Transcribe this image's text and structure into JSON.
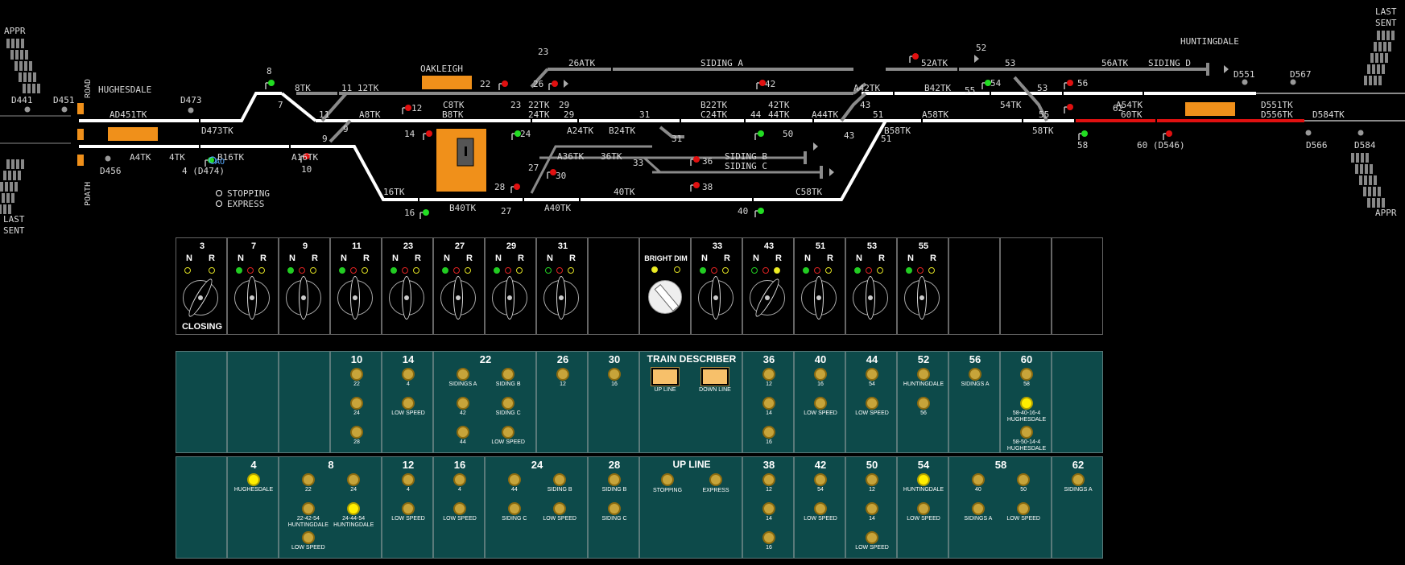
{
  "colors": {
    "track": "#ffffff",
    "inactive": "#8a8a8a",
    "occupied": "#e01010",
    "orange": "#f0901a",
    "sig_green": "#22dd22",
    "sig_red": "#e01010",
    "label": "#d8d8d8",
    "panel_bg": "#0d4a4a"
  },
  "edge_labels": {
    "appr_tl": "APPR",
    "last_sent_tr1": "LAST",
    "last_sent_tr2": "SENT",
    "last_sent_bl1": "LAST",
    "last_sent_bl2": "SENT",
    "appr_br": "APPR",
    "road": "ROAD",
    "poath": "POATH"
  },
  "places": {
    "hughesdale": "HUGHESDALE",
    "oakleigh": "OAKLEIGH",
    "huntingdale": "HUNTINGDALE"
  },
  "track_labels": [
    {
      "id": "AD451TK",
      "t": "AD451TK"
    },
    {
      "id": "D473TK",
      "t": "D473TK"
    },
    {
      "id": "A4TK",
      "t": "A4TK"
    },
    {
      "id": "4TK",
      "t": "4TK"
    },
    {
      "id": "B16TK",
      "t": "B16TK"
    },
    {
      "id": "A16TK",
      "t": "A16TK"
    },
    {
      "id": "8TK",
      "t": "8TK"
    },
    {
      "id": "11_12TK",
      "t": "11 12TK"
    },
    {
      "id": "A8TK",
      "t": "A8TK"
    },
    {
      "id": "C8TK",
      "t": "C8TK"
    },
    {
      "id": "B8TK",
      "t": "B8TK"
    },
    {
      "id": "22TK",
      "t": "22TK"
    },
    {
      "id": "24TK",
      "t": "24TK"
    },
    {
      "id": "26ATK",
      "t": "26ATK"
    },
    {
      "id": "SIDING_A",
      "t": "SIDING A"
    },
    {
      "id": "52ATK",
      "t": "52ATK"
    },
    {
      "id": "A24TK",
      "t": "A24TK"
    },
    {
      "id": "B24TK",
      "t": "B24TK"
    },
    {
      "id": "B22TK",
      "t": "B22TK"
    },
    {
      "id": "C24TK",
      "t": "C24TK"
    },
    {
      "id": "42TK",
      "t": "42TK"
    },
    {
      "id": "44TK",
      "t": "44TK"
    },
    {
      "id": "A44TK",
      "t": "A44TK"
    },
    {
      "id": "A42TK",
      "t": "A42TK"
    },
    {
      "id": "B42TK",
      "t": "B42TK"
    },
    {
      "id": "A58TK",
      "t": "A58TK"
    },
    {
      "id": "B58TK",
      "t": "B58TK"
    },
    {
      "id": "54TK",
      "t": "54TK"
    },
    {
      "id": "58TK",
      "t": "58TK"
    },
    {
      "id": "56ATK",
      "t": "56ATK"
    },
    {
      "id": "SIDING_D",
      "t": "SIDING D"
    },
    {
      "id": "A54TK",
      "t": "A54TK"
    },
    {
      "id": "60TK",
      "t": "60TK"
    },
    {
      "id": "D551TK",
      "t": "D551TK"
    },
    {
      "id": "D556TK",
      "t": "D556TK"
    },
    {
      "id": "D584TK",
      "t": "D584TK"
    },
    {
      "id": "A36TK",
      "t": "A36TK"
    },
    {
      "id": "36TK",
      "t": "36TK"
    },
    {
      "id": "SIDING_B",
      "t": "SIDING B"
    },
    {
      "id": "SIDING_C",
      "t": "SIDING C"
    },
    {
      "id": "16TK",
      "t": "16TK"
    },
    {
      "id": "B40TK",
      "t": "B40TK"
    },
    {
      "id": "40TK",
      "t": "40TK"
    },
    {
      "id": "C58TK",
      "t": "C58TK"
    },
    {
      "id": "A40TK",
      "t": "A40TK"
    }
  ],
  "num_labels": [
    "8",
    "7",
    "11",
    "9",
    "9",
    "10",
    "4 (D474)",
    "12",
    "14",
    "22",
    "23",
    "23",
    "26",
    "29",
    "29",
    "31",
    "31",
    "24",
    "27",
    "27",
    "28",
    "30",
    "33",
    "36",
    "38",
    "16",
    "40",
    "42",
    "44",
    "50",
    "43",
    "43",
    "51",
    "51",
    "52",
    "53",
    "53",
    "55",
    "55",
    "54",
    "56",
    "62",
    "58",
    "60 (D546)",
    "D441",
    "D451",
    "D473",
    "D456",
    "D551",
    "D567",
    "D566",
    "D584"
  ],
  "ao_label": "AO",
  "legend": {
    "stopping": "STOPPING",
    "express": "EXPRESS"
  },
  "lever_row": [
    {
      "num": "3",
      "n": "N",
      "r": "R",
      "lamps": [
        "off",
        "yellow"
      ],
      "pos": "reverse",
      "extra": "CLOSING"
    },
    {
      "num": "7",
      "n": "N",
      "r": "R",
      "lamps": [
        "green",
        "red",
        "yellow"
      ],
      "pos": "normal"
    },
    {
      "num": "9",
      "n": "N",
      "r": "R",
      "lamps": [
        "green",
        "red",
        "yellow"
      ],
      "pos": "normal"
    },
    {
      "num": "11",
      "n": "N",
      "r": "R",
      "lamps": [
        "green",
        "red",
        "yellow"
      ],
      "pos": "normal"
    },
    {
      "num": "23",
      "n": "N",
      "r": "R",
      "lamps": [
        "green",
        "red",
        "yellow"
      ],
      "pos": "normal"
    },
    {
      "num": "27",
      "n": "N",
      "r": "R",
      "lamps": [
        "green",
        "red",
        "yellow"
      ],
      "pos": "normal"
    },
    {
      "num": "29",
      "n": "N",
      "r": "R",
      "lamps": [
        "green",
        "red",
        "yellow"
      ],
      "pos": "normal"
    },
    {
      "num": "31",
      "n": "N",
      "r": "R",
      "lamps": [
        "off-green",
        "red",
        "yellow"
      ],
      "pos": "normal"
    },
    {
      "num": "",
      "blank": true
    },
    {
      "num": "",
      "bright_dim": "BRIGHT DIM",
      "lamps": [
        "yellow",
        "off"
      ]
    },
    {
      "num": "33",
      "n": "N",
      "r": "R",
      "lamps": [
        "green",
        "red",
        "yellow"
      ],
      "pos": "normal"
    },
    {
      "num": "43",
      "n": "N",
      "r": "R",
      "lamps": [
        "off-green",
        "red",
        "yellow-lit"
      ],
      "pos": "reverse"
    },
    {
      "num": "51",
      "n": "N",
      "r": "R",
      "lamps": [
        "green",
        "red",
        "yellow"
      ],
      "pos": "normal"
    },
    {
      "num": "53",
      "n": "N",
      "r": "R",
      "lamps": [
        "green",
        "red",
        "yellow"
      ],
      "pos": "normal"
    },
    {
      "num": "55",
      "n": "N",
      "r": "R",
      "lamps": [
        "green",
        "red",
        "yellow"
      ],
      "pos": "normal"
    },
    {
      "num": "",
      "blank": true
    },
    {
      "num": "",
      "blank": true
    },
    {
      "num": "",
      "blank": true
    }
  ],
  "route_row1": [
    {
      "num": "",
      "buttons": []
    },
    {
      "num": "",
      "buttons": []
    },
    {
      "num": "",
      "buttons": []
    },
    {
      "num": "10",
      "buttons": [
        {
          "l": "22"
        },
        {
          "l": "24"
        },
        {
          "l": "28"
        }
      ]
    },
    {
      "num": "14",
      "buttons": [
        {
          "l": "4"
        },
        {
          "l": "LOW SPEED"
        }
      ]
    },
    {
      "num": "22",
      "buttons": [
        {
          "l": "SIDINGS A"
        },
        {
          "l": "SIDING B"
        },
        {
          "l": "42"
        },
        {
          "l": "SIDING C"
        },
        {
          "l": "44"
        },
        {
          "l": "LOW SPEED"
        }
      ]
    },
    {
      "num": "26",
      "buttons": [
        {
          "l": "12"
        }
      ]
    },
    {
      "num": "30",
      "buttons": [
        {
          "l": "16"
        }
      ]
    },
    {
      "num": "TRAIN DESCRIBER",
      "buttons": [
        {
          "l": "UP LINE"
        },
        {
          "l": "DOWN LINE"
        }
      ]
    },
    {
      "num": "36",
      "buttons": [
        {
          "l": "12"
        },
        {
          "l": "14"
        },
        {
          "l": "16"
        }
      ]
    },
    {
      "num": "40",
      "buttons": [
        {
          "l": "16"
        },
        {
          "l": "LOW SPEED"
        }
      ]
    },
    {
      "num": "44",
      "buttons": [
        {
          "l": "54"
        },
        {
          "l": "LOW SPEED"
        }
      ]
    },
    {
      "num": "52",
      "buttons": [
        {
          "l": "HUNTINGDALE"
        },
        {
          "l": "56"
        }
      ]
    },
    {
      "num": "56",
      "buttons": [
        {
          "l": "SIDINGS A"
        }
      ]
    },
    {
      "num": "60",
      "buttons": [
        {
          "l": "58"
        },
        {
          "l": "58-40-16-4",
          "l2": "HUGHESDALE",
          "lit": true
        },
        {
          "l": "58-50-14-4",
          "l2": "HUGHESDALE"
        }
      ]
    },
    {
      "num": "",
      "buttons": []
    }
  ],
  "route_row2": [
    {
      "num": "",
      "buttons": []
    },
    {
      "num": "4",
      "buttons": [
        {
          "l": "HUGHESDALE",
          "lit": true
        }
      ]
    },
    {
      "num": "8",
      "buttons": [
        {
          "l": "22"
        },
        {
          "l": "24"
        },
        {
          "l": "22-42-54",
          "l2": "HUNTINGDALE"
        },
        {
          "l": "24-44-54",
          "l2": "HUNTINGDALE",
          "lit": true
        },
        {
          "l": "LOW SPEED"
        }
      ]
    },
    {
      "num": "12",
      "buttons": [
        {
          "l": "4"
        },
        {
          "l": "LOW SPEED"
        }
      ]
    },
    {
      "num": "16",
      "buttons": [
        {
          "l": "4"
        },
        {
          "l": "LOW SPEED"
        }
      ]
    },
    {
      "num": "24",
      "buttons": [
        {
          "l": "44"
        },
        {
          "l": "SIDING B"
        },
        {
          "l": "SIDING C"
        },
        {
          "l": "LOW SPEED"
        }
      ]
    },
    {
      "num": "28",
      "buttons": [
        {
          "l": "SIDING B"
        },
        {
          "l": "SIDING C"
        }
      ]
    },
    {
      "num": "UP LINE",
      "buttons": [
        {
          "l": "STOPPING"
        },
        {
          "l": "EXPRESS"
        }
      ]
    },
    {
      "num": "38",
      "buttons": [
        {
          "l": "12"
        },
        {
          "l": "14"
        },
        {
          "l": "16"
        }
      ]
    },
    {
      "num": "42",
      "buttons": [
        {
          "l": "54"
        },
        {
          "l": "LOW SPEED"
        }
      ]
    },
    {
      "num": "50",
      "buttons": [
        {
          "l": "12"
        },
        {
          "l": "14"
        },
        {
          "l": "LOW SPEED"
        }
      ]
    },
    {
      "num": "54",
      "buttons": [
        {
          "l": "HUNTINGDALE",
          "lit": true
        },
        {
          "l": "LOW SPEED"
        }
      ]
    },
    {
      "num": "58",
      "buttons": [
        {
          "l": "40"
        },
        {
          "l": "50"
        },
        {
          "l": "SIDINGS A"
        },
        {
          "l": "LOW SPEED"
        }
      ]
    },
    {
      "num": "62",
      "buttons": [
        {
          "l": "SIDINGS A"
        }
      ]
    }
  ]
}
